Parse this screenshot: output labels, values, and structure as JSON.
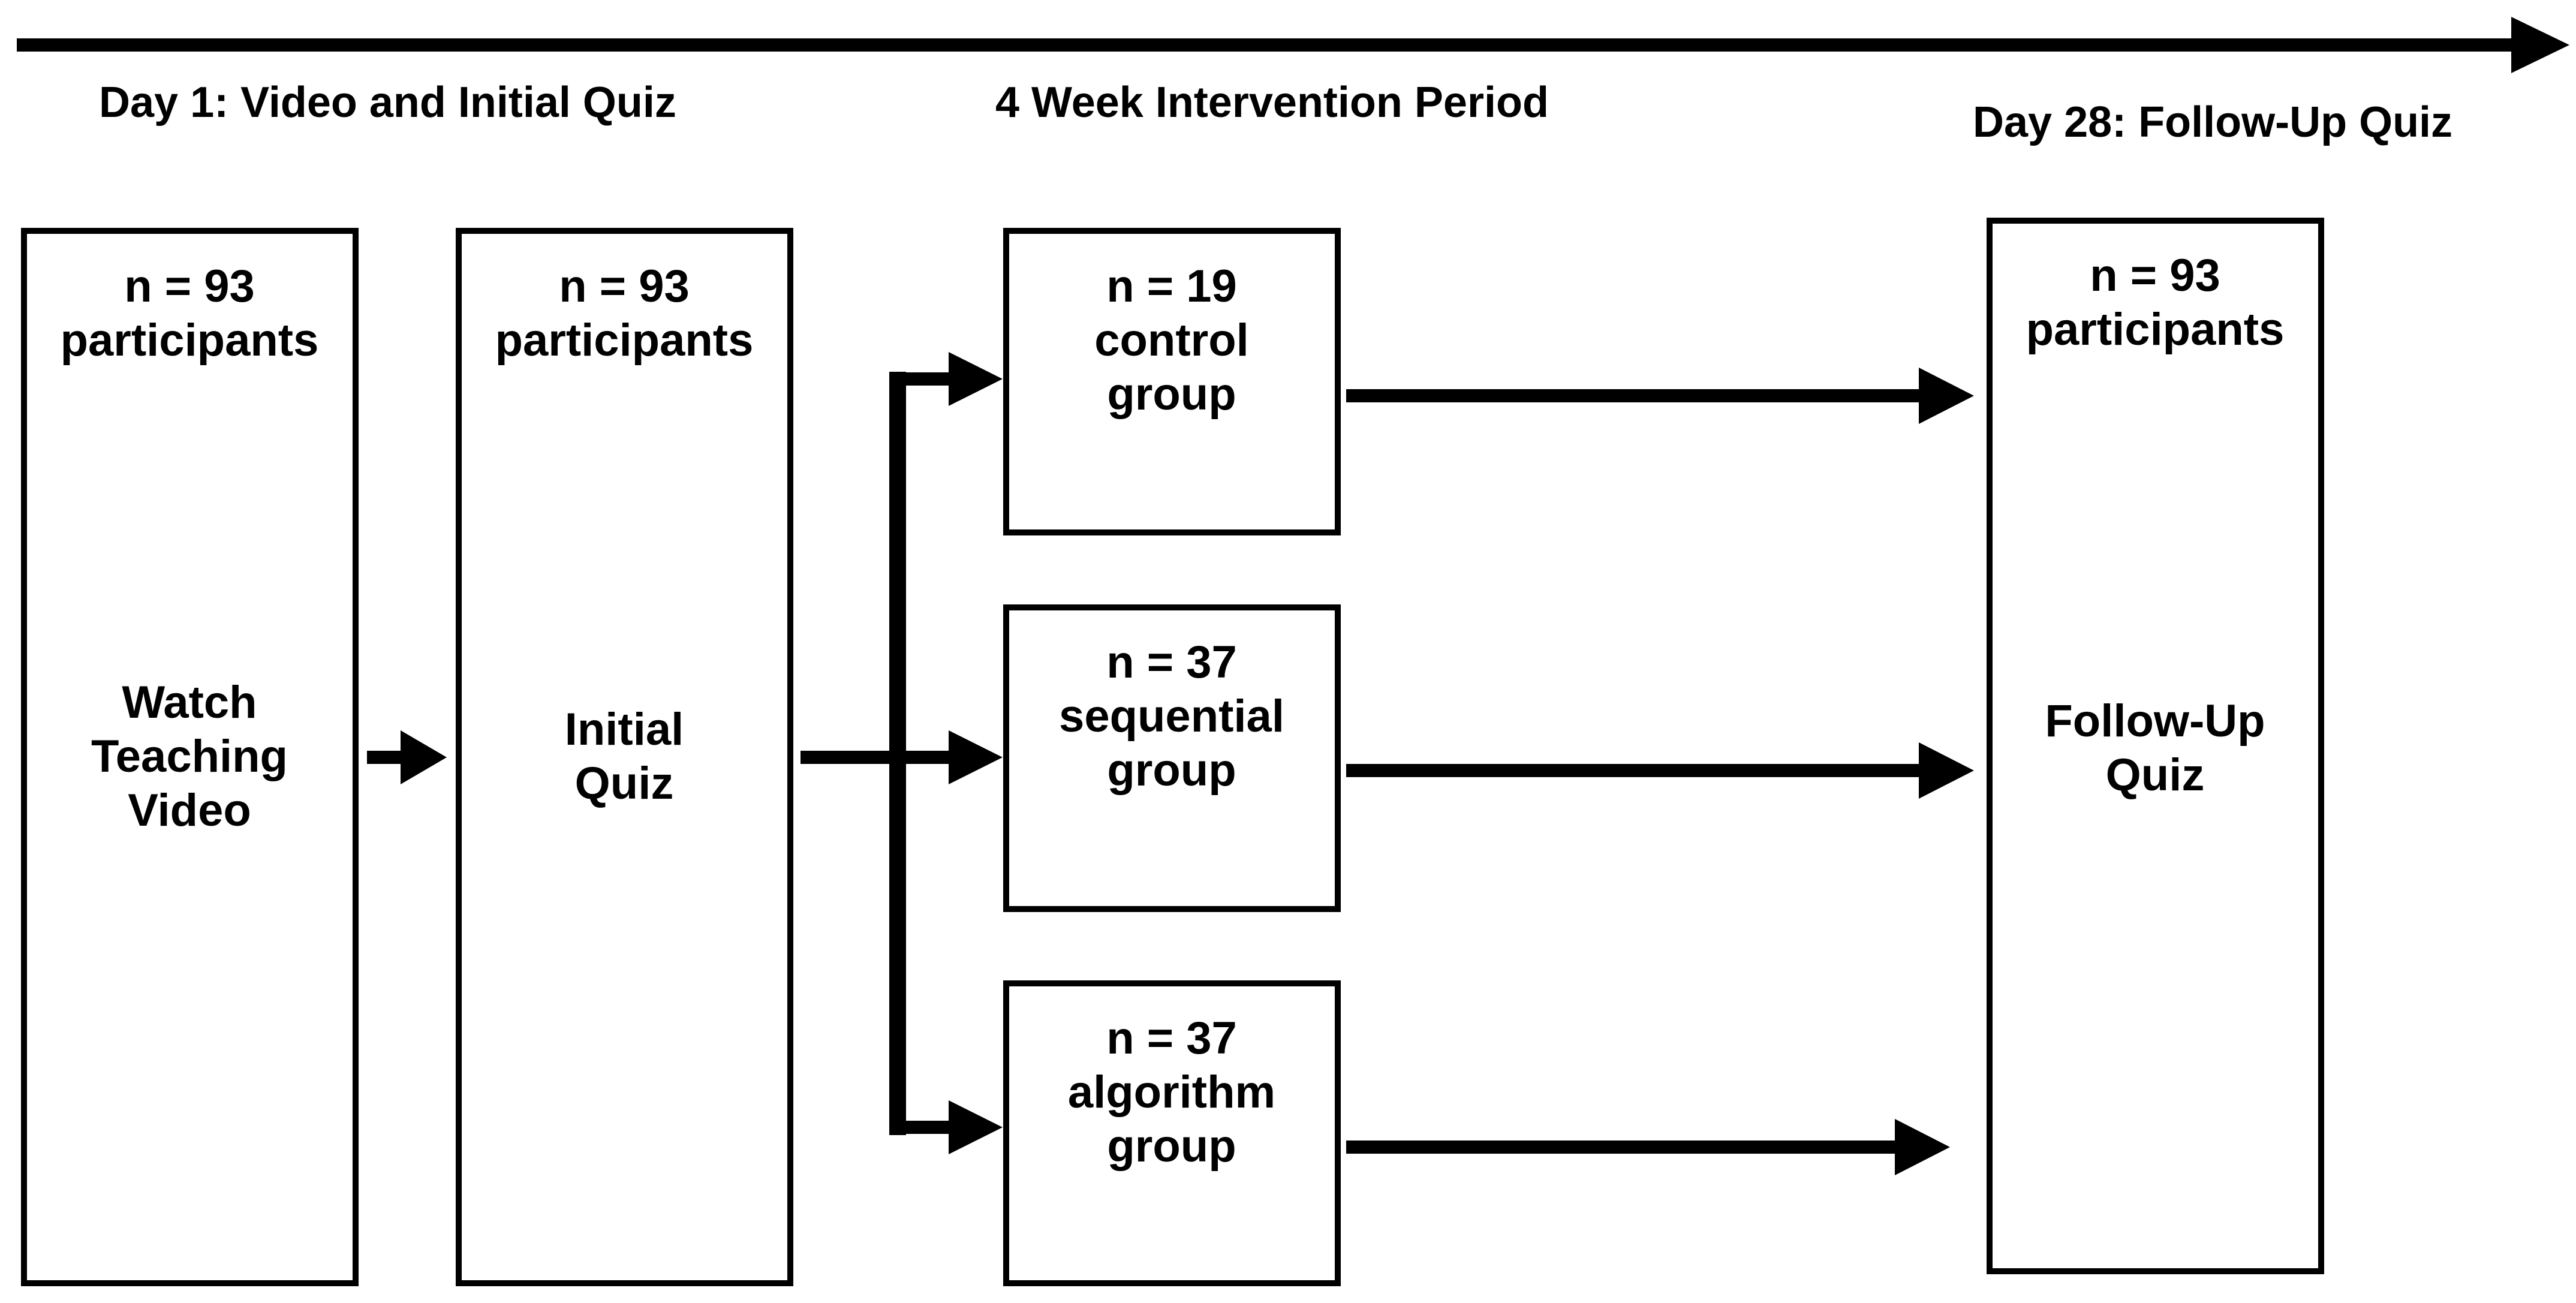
{
  "timeline": {
    "phases": {
      "day1": "Day 1: Video and Initial Quiz",
      "intervention": "4 Week Intervention Period",
      "day28": "Day 28: Follow-Up Quiz"
    }
  },
  "boxes": {
    "watch_video": {
      "count_line": "n = 93",
      "count_label": "participants",
      "title": [
        "Watch",
        "Teaching",
        "Video"
      ]
    },
    "initial_quiz": {
      "count_line": "n = 93",
      "count_label": "participants",
      "title": [
        "Initial",
        "Quiz"
      ]
    },
    "control_group": {
      "lines": [
        "n = 19",
        "control",
        "group"
      ]
    },
    "sequential_group": {
      "lines": [
        "n = 37",
        "sequential",
        "group"
      ]
    },
    "algorithm_group": {
      "lines": [
        "n = 37",
        "algorithm",
        "group"
      ]
    },
    "follow_up_quiz": {
      "count_line": "n = 93",
      "count_label": "participants",
      "title": [
        "Follow-Up",
        "Quiz"
      ]
    }
  },
  "colors": {
    "ink": "#000000",
    "background": "#ffffff"
  }
}
